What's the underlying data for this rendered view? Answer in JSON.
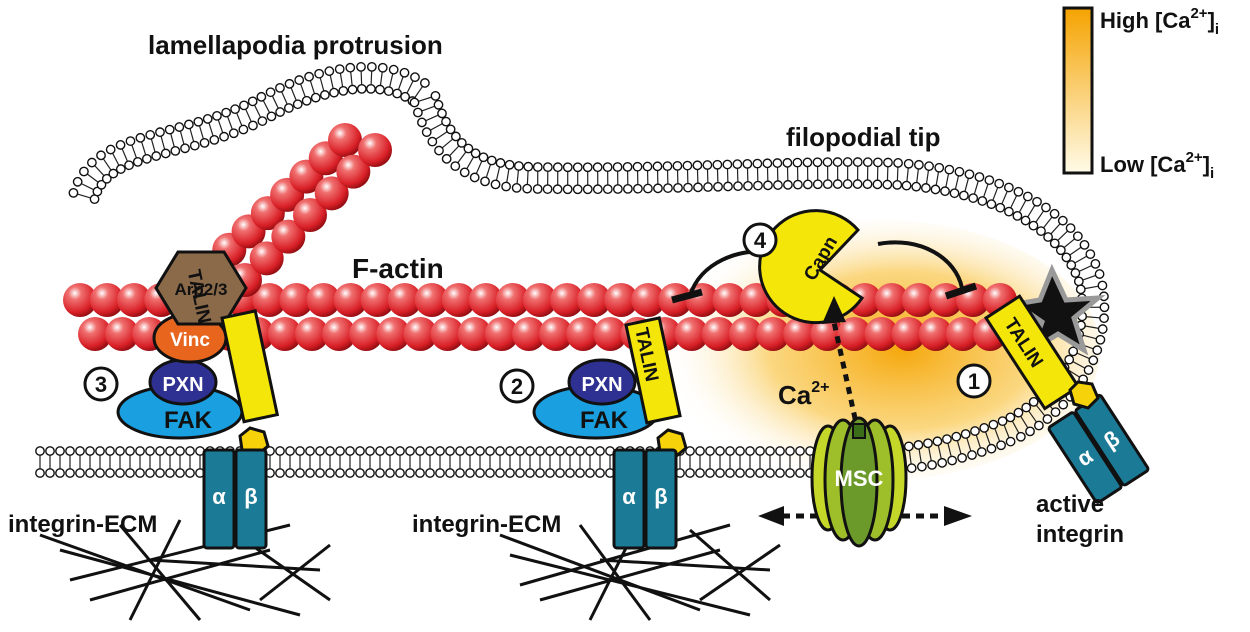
{
  "title_lamellapodia": "lamellapodia protrusion",
  "title_filopodial": "filopodial tip",
  "factin": "F-actin",
  "legend": {
    "high_main": "High [Ca",
    "high_sup": "2+",
    "high_sub": "i",
    "low_main": "Low [Ca",
    "low_sup": "2+",
    "low_sub": "i",
    "high_color": "#f5a300",
    "low_color": "#fffbe8"
  },
  "proteins": {
    "arp": "Arp2/3",
    "vinc": "Vinc",
    "talin": "TALIN",
    "pxn": "PXN",
    "fak": "FAK",
    "capn": "Capn",
    "msc": "MSC",
    "alpha": "α",
    "beta": "β"
  },
  "steps": [
    "1",
    "2",
    "3",
    "4"
  ],
  "ca_main": "Ca",
  "ca_sup": "2+",
  "labels": {
    "integrin_ecm_1": "integrin-ECM",
    "integrin_ecm_2": "integrin-ECM",
    "active_integrin_1": "active",
    "active_integrin_2": "integrin"
  },
  "colors": {
    "actin": "#d81f26",
    "talin": "#f5e60a",
    "integrin": "#1b7a96",
    "fak": "#1aa0e0",
    "pxn": "#2e3192",
    "vinc": "#e8651e",
    "arp": "#8b6a4a",
    "capn": "#f5e60a",
    "msc": "#7ca82a",
    "membrane": "#ffffff"
  }
}
